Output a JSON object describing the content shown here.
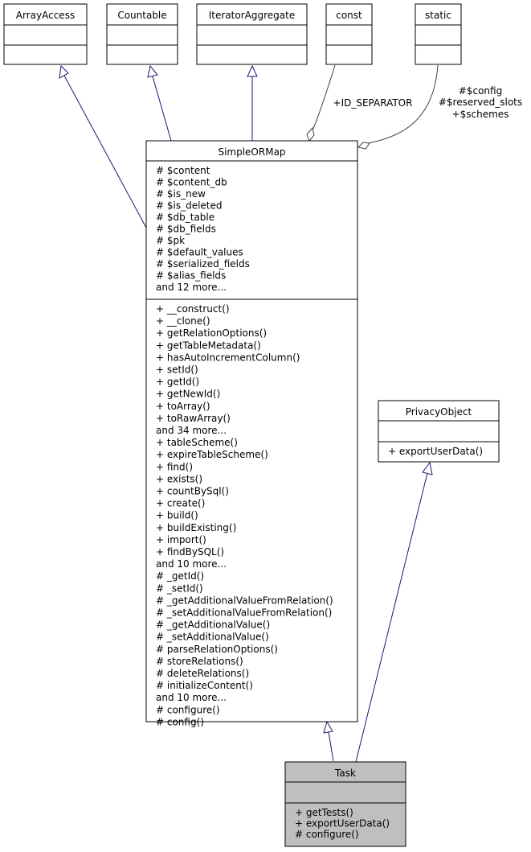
{
  "classes": {
    "array_access": {
      "name": "ArrayAccess",
      "attributes": [],
      "methods": []
    },
    "countable": {
      "name": "Countable",
      "attributes": [],
      "methods": []
    },
    "iterator_aggregate": {
      "name": "IteratorAggregate",
      "attributes": [],
      "methods": []
    },
    "const": {
      "name": "const",
      "attributes": [],
      "methods": []
    },
    "static": {
      "name": "static",
      "attributes": [],
      "methods": []
    },
    "simple_orm_map": {
      "name": "SimpleORMap",
      "attributes": [
        "# $content",
        "# $content_db",
        "# $is_new",
        "# $is_deleted",
        "# $db_table",
        "# $db_fields",
        "# $pk",
        "# $default_values",
        "# $serialized_fields",
        "# $alias_fields",
        "and 12 more..."
      ],
      "methods": [
        "+ __construct()",
        "+ __clone()",
        "+ getRelationOptions()",
        "+ getTableMetadata()",
        "+ hasAutoIncrementColumn()",
        "+ setId()",
        "+ getId()",
        "+ getNewId()",
        "+ toArray()",
        "+ toRawArray()",
        "and 34 more...",
        "+ tableScheme()",
        "+ expireTableScheme()",
        "+ find()",
        "+ exists()",
        "+ countBySql()",
        "+ create()",
        "+ build()",
        "+ buildExisting()",
        "+ import()",
        "+ findBySQL()",
        "and 10 more...",
        "# _getId()",
        "# _setId()",
        "# _getAdditionalValueFromRelation()",
        "# _setAdditionalValueFromRelation()",
        "# _getAdditionalValue()",
        "# _setAdditionalValue()",
        "# parseRelationOptions()",
        "# storeRelations()",
        "# deleteRelations()",
        "# initializeContent()",
        "and 10 more...",
        "# configure()",
        "# config()"
      ]
    },
    "privacy_object": {
      "name": "PrivacyObject",
      "attributes": [],
      "methods": [
        "+ exportUserData()"
      ]
    },
    "task": {
      "name": "Task",
      "attributes": [],
      "methods": [
        "+ getTests()",
        "+ exportUserData()",
        "# configure()"
      ],
      "highlighted": true
    }
  },
  "edge_labels": {
    "const": [
      "+ID_SEPARATOR"
    ],
    "static": [
      "#$config",
      "#$reserved_slots",
      "+$schemes"
    ]
  },
  "colors": {
    "inheritance": "#191970",
    "usage": "#404040",
    "highlight": "#bfbfbf"
  }
}
